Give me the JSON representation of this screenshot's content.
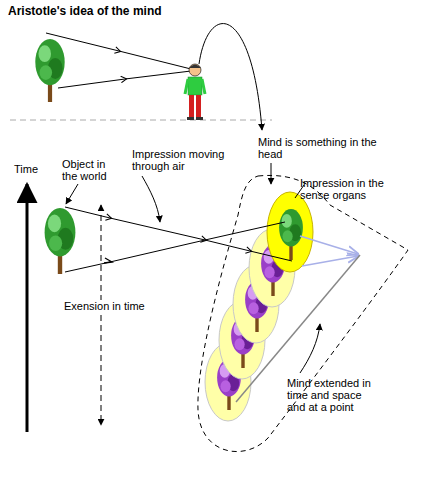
{
  "diagram": {
    "title": "Aristotle's idea of the mind",
    "labels": [
      "Mind is something in the head",
      "Impression moving through air",
      "Object in the world",
      "Time",
      "Impression in the sense organs",
      "Exension in time",
      "Mind extended in time and space and at a point"
    ]
  }
}
